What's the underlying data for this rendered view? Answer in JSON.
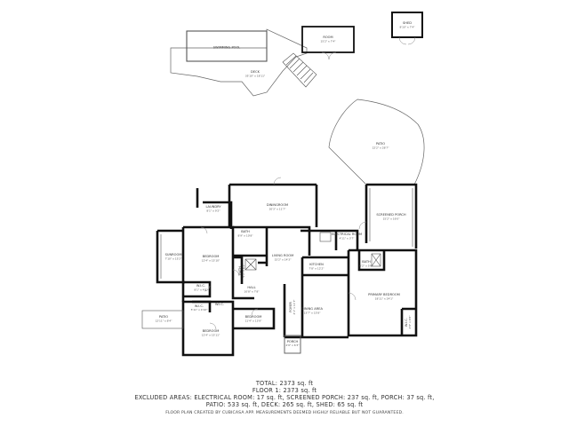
{
  "rooms": {
    "swimming_pool": {
      "name": "SWIMMING POOL",
      "dim": ""
    },
    "deck": {
      "name": "DECK",
      "dim": "35'10\" x 18'11\""
    },
    "room": {
      "name": "ROOM",
      "dim": "15'2\" x 7'4\""
    },
    "shed": {
      "name": "SHED",
      "dim": "8'10\" x 7'4\""
    },
    "patio_large": {
      "name": "PATIO",
      "dim": "22'2\" x 28'7\""
    },
    "laundry": {
      "name": "LAUNDRY",
      "dim": "8'1\" x 9'2\""
    },
    "sunroom": {
      "name": "SUNROOM",
      "dim": "7'10\" x 15'2\""
    },
    "bedroom_1": {
      "name": "BEDROOM",
      "dim": "12'4\" x 15'10\""
    },
    "bath_1": {
      "name": "BATH",
      "dim": "8'9\" x 10'8\""
    },
    "diningroom": {
      "name": "DININGROOM",
      "dim": "20'3\" x 11'7\""
    },
    "living_room": {
      "name": "LIVING ROOM",
      "dim": "15'2\" x 14'3\""
    },
    "electrical_room": {
      "name": "ELECTRICAL ROOM",
      "dim": "4'11\" x 3'7\""
    },
    "screened_porch": {
      "name": "SCREENED PORCH",
      "dim": "15'2\" x 16'0\""
    },
    "wic_1": {
      "name": "W.I.C.",
      "dim": "8'1\" x 4'9\""
    },
    "hall": {
      "name": "HALL",
      "dim": "10'8\" x 7'8\""
    },
    "kitchen": {
      "name": "KITCHEN",
      "dim": "7'8\" x 12'2\""
    },
    "bath_2": {
      "name": "BATH",
      "dim": "6'2\" x 5'6\""
    },
    "primary_bedroom": {
      "name": "PRIMARY BEDROOM",
      "dim": "18'11\" x 24'1\""
    },
    "patio_small": {
      "name": "PATIO",
      "dim": "12'11\" x 8'4\""
    },
    "wic_2": {
      "name": "W.I.C.",
      "dim": "4'8\" x 4'6\""
    },
    "bedroom_2": {
      "name": "BEDROOM",
      "dim": "11'4\" x 13'9\""
    },
    "foyer": {
      "name": "FOYER",
      "dim": "4'1\" x 11'7\""
    },
    "dining_area": {
      "name": "DINING AREA",
      "dim": "13'7\" x 15'8\""
    },
    "bedroom_3": {
      "name": "BEDROOM",
      "dim": "12'4\" x 15'11\""
    },
    "porch": {
      "name": "PORCH",
      "dim": "4'9\" x 6'3\""
    },
    "wic_3": {
      "name": "W.I.C.",
      "dim": "4'9\" x 9'8\""
    },
    "bath_small": {
      "name": "BATH",
      "dim": "5'1\" x 8'1\""
    },
    "wic_small": {
      "name": "W.I.C.",
      "dim": "5'11\" x 4'10\""
    }
  },
  "summary": {
    "total": "TOTAL: 2373 sq. ft",
    "floor": "FLOOR 1: 2373 sq. ft",
    "excluded_1": "EXCLUDED AREAS: ELECTRICAL ROOM: 17 sq. ft, SCREENED PORCH: 237 sq. ft, PORCH: 37 sq. ft,",
    "excluded_2": "PATIO: 533 sq. ft, DECK: 265 sq. ft, SHED: 65 sq. ft"
  },
  "disclaimer": "FLOOR PLAN CREATED BY CUBICASA APP. MEASUREMENTS DEEMED HIGHLY RELIABLE BUT NOT GUARANTEED."
}
